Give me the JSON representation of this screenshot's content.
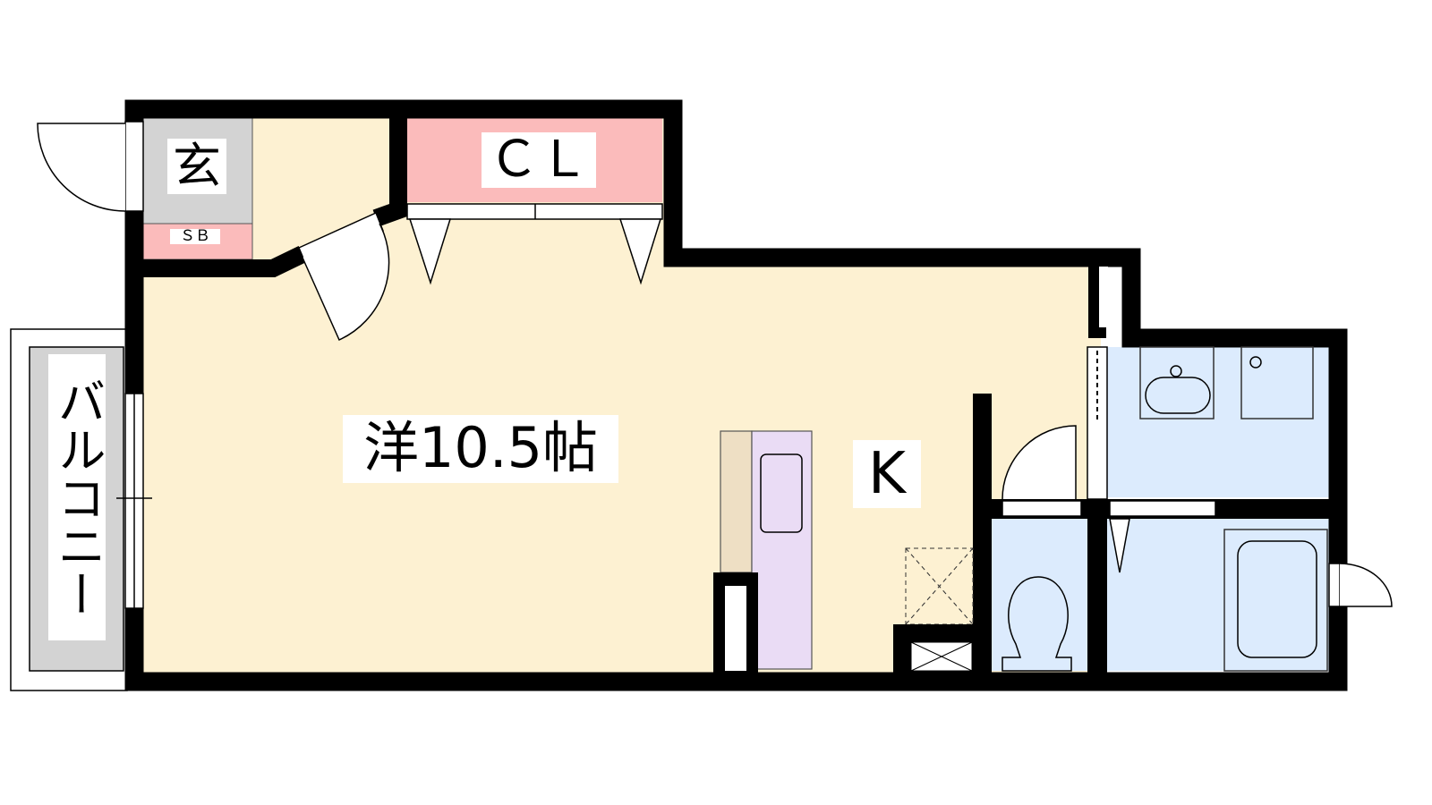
{
  "rooms": {
    "entrance": "玄",
    "shoe_box": "ＳＢ",
    "closet": "ＣＬ",
    "western_room": "洋10.5帖",
    "kitchen": "K",
    "balcony": "バルコニー"
  },
  "colors": {
    "room": "#FDF1D2",
    "closet": "#FBBBBB",
    "entrance": "#D3D3D3",
    "wet_area": "#DCEBFD",
    "counter": "#EADCF5",
    "counter_side": "#EEDFC4"
  }
}
